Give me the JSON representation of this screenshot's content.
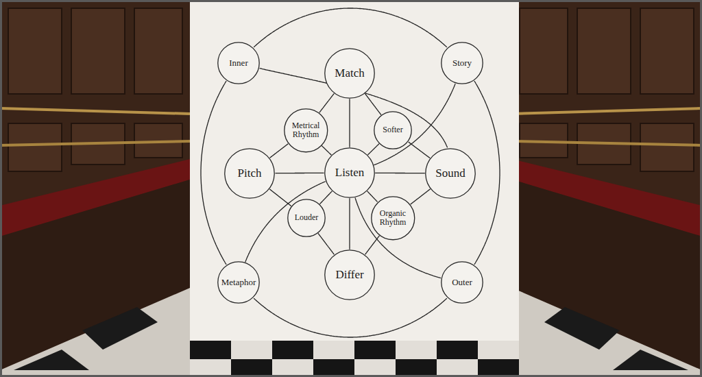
{
  "diagram": {
    "nodes": [
      {
        "text": [
          "Inner"
        ]
      },
      {
        "text": [
          "Match"
        ]
      },
      {
        "text": [
          "Story"
        ]
      },
      {
        "text": [
          "Metrical Rhythm"
        ]
      },
      {
        "text": [
          "Softer"
        ]
      },
      {
        "text": [
          "Pitch"
        ]
      },
      {
        "text": [
          "Listen"
        ]
      },
      {
        "text": [
          "Sound"
        ]
      },
      {
        "text": [
          "Louder"
        ]
      },
      {
        "text": [
          "Organic Rhythm"
        ]
      },
      {
        "text": [
          "Differ"
        ]
      },
      {
        "text": [
          "Metaphor"
        ]
      },
      {
        "text": [
          "Outer"
        ]
      }
    ],
    "edges": [
      {
        "from": 0,
        "to": 2,
        "arrow": "none"
      },
      {
        "from": 2,
        "to": 12,
        "arrow": "none"
      },
      {
        "from": 12,
        "to": 11,
        "arrow": "none"
      },
      {
        "from": 11,
        "to": 0,
        "arrow": "none"
      },
      {
        "from": 1,
        "to": 3,
        "arrow": "none"
      },
      {
        "from": 3,
        "to": 5,
        "arrow": "none"
      },
      {
        "from": 1,
        "to": 4,
        "arrow": "none"
      },
      {
        "from": 4,
        "to": 7,
        "arrow": "none"
      },
      {
        "from": 5,
        "to": 8,
        "arrow": "none"
      },
      {
        "from": 8,
        "to": 10,
        "arrow": "none"
      },
      {
        "from": 7,
        "to": 9,
        "arrow": "none"
      },
      {
        "from": 9,
        "to": 10,
        "arrow": "none"
      },
      {
        "from": 1,
        "to": 6,
        "arrow": "none"
      },
      {
        "from": 5,
        "to": 6,
        "arrow": "none"
      },
      {
        "from": 6,
        "to": 7,
        "arrow": "none"
      },
      {
        "from": 6,
        "to": 10,
        "arrow": "none"
      },
      {
        "from": 3,
        "to": 6,
        "arrow": "none"
      },
      {
        "from": 4,
        "to": 6,
        "arrow": "none"
      },
      {
        "from": 8,
        "to": 6,
        "arrow": "none"
      },
      {
        "from": 9,
        "to": 6,
        "arrow": "none"
      },
      {
        "from": 0,
        "to": 7,
        "arrow": "none"
      },
      {
        "from": 2,
        "to": 6,
        "arrow": "none"
      },
      {
        "from": 11,
        "to": 6,
        "arrow": "none"
      },
      {
        "from": 6,
        "to": 12,
        "arrow": "none"
      }
    ]
  }
}
